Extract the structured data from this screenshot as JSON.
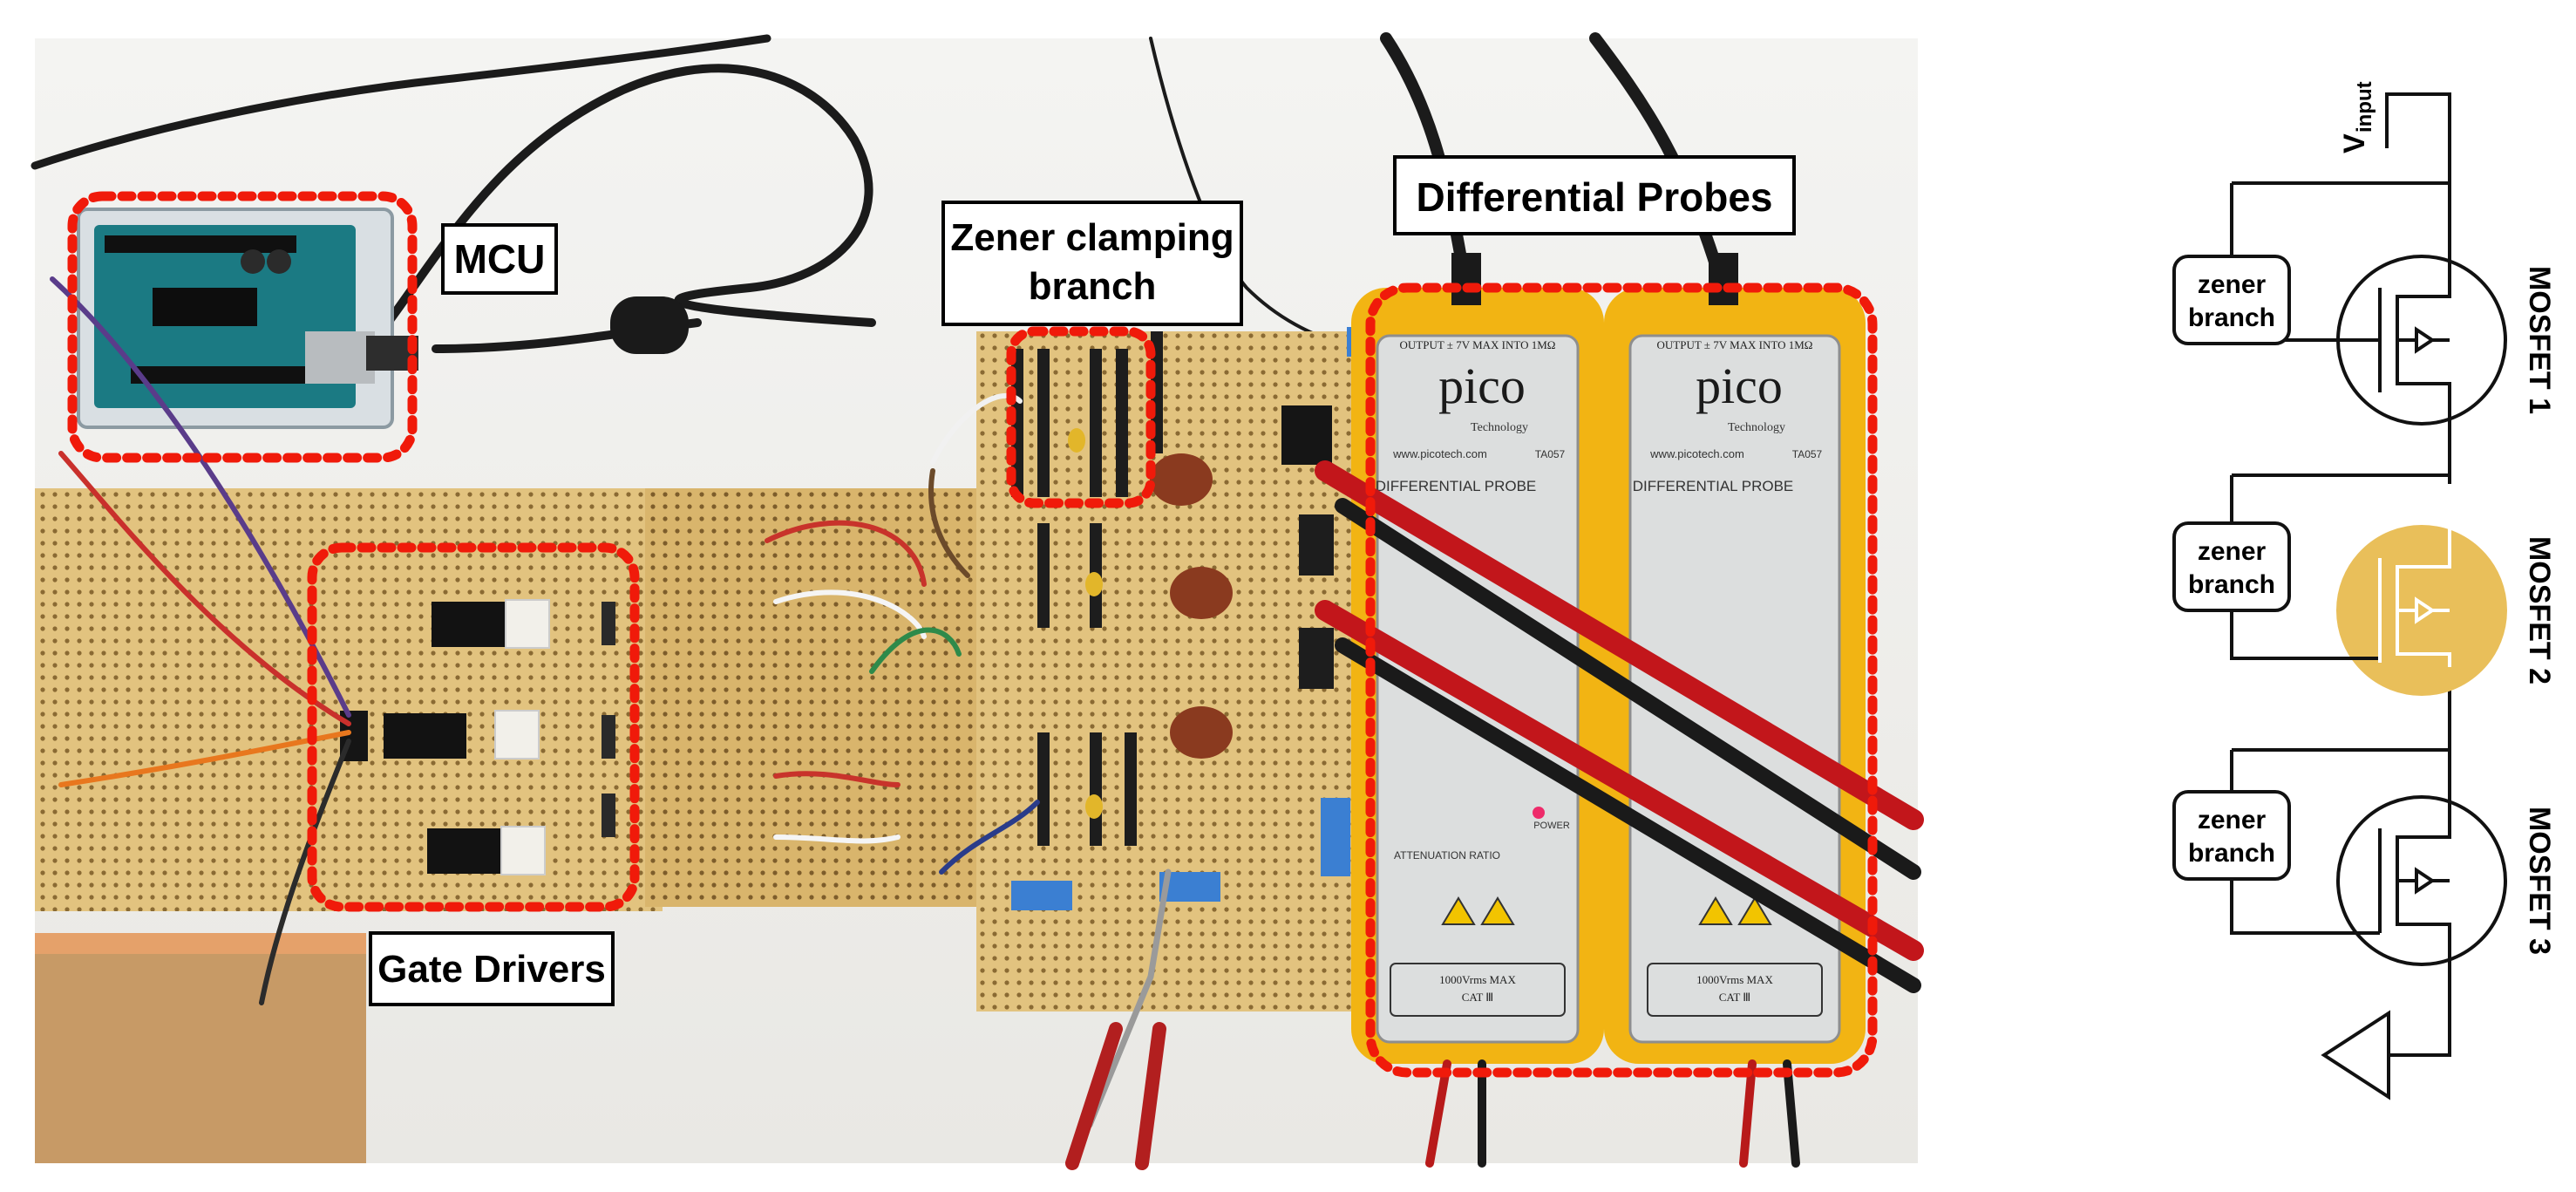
{
  "photo_labels": {
    "mcu": "MCU",
    "zener_line1": "Zener clamping",
    "zener_line2": "branch",
    "differential_probes": "Differential Probes",
    "gate_drivers": "Gate Drivers"
  },
  "probe_text": {
    "brand": "pico",
    "sub": "Technology",
    "url": "www.picotech.com",
    "model": "TA057",
    "top_spec": "OUTPUT ± 7V MAX INTO 1MΩ",
    "title": "DIFFERENTIAL PROBE",
    "attenuation": "ATTENUATION RATIO",
    "power": "POWER",
    "bottom_spec": "1000Vrms MAX",
    "cat": "CAT Ⅲ"
  },
  "schematic": {
    "vinput_main": "V",
    "vinput_sub": "input",
    "zener_line1": "zener",
    "zener_line2": "branch",
    "mosfets": [
      "MOSFET 1",
      "MOSFET 2",
      "MOSFET 3"
    ]
  },
  "colors": {
    "highlight_mosfet": "#e9bf5a",
    "dotted_box": "#f01a0a",
    "probe_yellow": "#f2b413",
    "board": "#e7c98c",
    "lead_red": "#c2161b"
  }
}
